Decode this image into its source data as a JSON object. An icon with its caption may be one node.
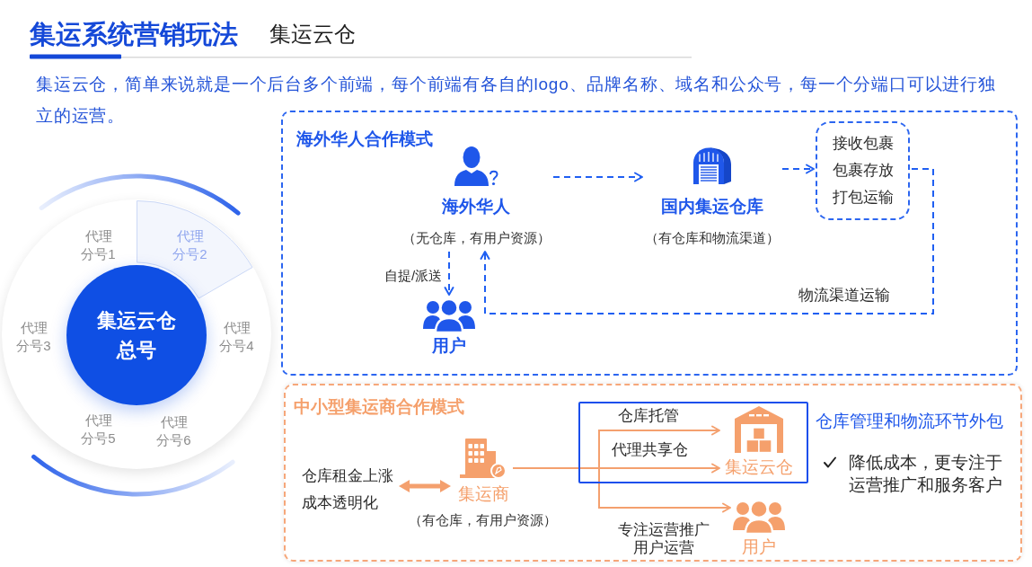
{
  "diagram": {
    "title": "集运系统营销玩法",
    "nodes": [
      {
        "text": [],
        "shape": "circle"
      },
      {
        "text": [
          "代理分号1"
        ],
        "in": 0
      },
      {
        "text": [
          "代理分号2"
        ],
        "in": 0
      },
      {
        "text": [
          "代理分号3"
        ],
        "in": 0
      },
      {
        "text": [
          "集运云仓总号"
        ],
        "in": 0
      },
      {
        "text": [
          "代理分号4"
        ],
        "in": 0
      },
      {
        "text": [
          "代理分号5"
        ],
        "in": 0
      },
      {
        "text": [
          "代理分号6"
        ],
        "in": 0
      },
      {
        "text": [
          "海外华人合作模式"
        ]
      },
      {
        "text": [
          "海外华人"
        ],
        "beside": [
          "（无仓库，有用户资源）"
        ],
        "in": 8
      },
      {
        "text": [
          "国内集运仓库"
        ],
        "beside": [
          "（有仓库和物流渠道）"
        ],
        "in": 8
      },
      {
        "text": [
          "接收包裹",
          "包裹存放",
          "打包运输"
        ],
        "in": 8
      },
      {
        "text": [
          "用户"
        ],
        "in": 8
      },
      {
        "text": [
          "中小型集运商合作模式"
        ]
      },
      {
        "text": [
          "仓库租金上涨",
          "成本透明化"
        ],
        "in": 13
      },
      {
        "text": [
          "集运商"
        ],
        "beside": [
          "（有仓库，有用户资源）"
        ],
        "in": 13
      },
      {
        "text": [],
        "shape": "box",
        "beside": [
          "仓库管理和物流环节外包"
        ],
        "in": 13
      },
      {
        "text": [
          "集运云仓"
        ],
        "in": 16
      },
      {
        "text": [
          "用户"
        ],
        "in": 13
      }
    ],
    "edges": [
      {
        "from": 9,
        "to": 10,
        "arrow": "to",
        "style": "dashed",
        "color": "#1f5ff2"
      },
      {
        "from": 10,
        "to": 11,
        "arrow": "to",
        "style": "dashed",
        "color": "#1f5ff2"
      },
      {
        "from": 11,
        "to": 9,
        "arrow": "to",
        "label": "物流渠道运输",
        "style": "dashed",
        "color": "#1f5ff2"
      },
      {
        "from": 9,
        "to": 12,
        "arrow": "to",
        "label": "自提/派送",
        "style": "dashed",
        "color": "#1f5ff2"
      },
      {
        "from": 14,
        "to": 15,
        "arrow": "both",
        "style": "thick",
        "color": "#f4a06e"
      },
      {
        "from": 15,
        "to": 17,
        "arrow": "to",
        "label": "仓库托管",
        "color": "#f4a06e"
      },
      {
        "from": 15,
        "to": 17,
        "arrow": "to",
        "label": "代理共享仓",
        "color": "#f4a06e"
      },
      {
        "from": 15,
        "to": 18,
        "arrow": "to",
        "label": "专注运营推广用户运营",
        "color": "#f4a06e"
      }
    ],
    "labels": [
      "集运云仓",
      "集运云仓，简单来说就是一个后台多个前端，每个前端有各自的logo、品牌名称、域名和公众号，每一个分端口可以进行独立的运营。",
      "降低成本，更专注于运营推广和服务客户"
    ]
  }
}
